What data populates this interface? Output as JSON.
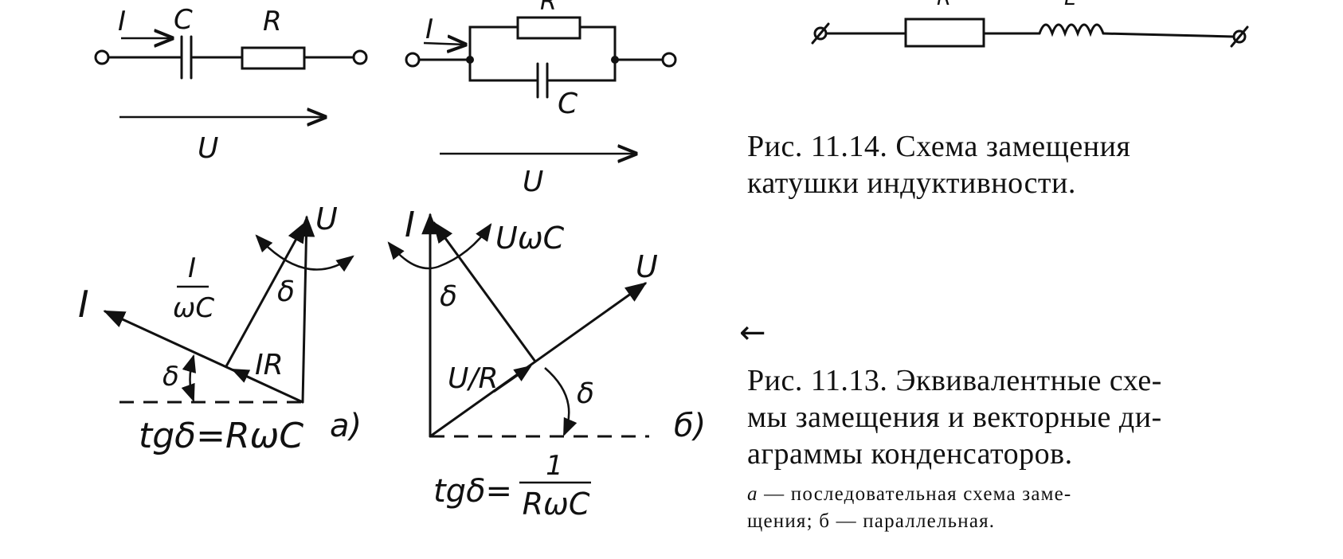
{
  "labels": {
    "series_current": "I",
    "series_cap": "C",
    "series_res": "R",
    "series_voltage": "U",
    "par_current": "I",
    "par_res": "R",
    "par_cap": "C",
    "par_voltage": "U",
    "coil_res": "R",
    "coil_ind": "L"
  },
  "vector_a": {
    "i": "I",
    "u": "U",
    "frac_num": "I",
    "frac_den": "ωC",
    "ir": "IR",
    "delta_top": "δ",
    "delta_bottom": "δ",
    "formula": "tgδ=RωC",
    "letter": "а)"
  },
  "vector_b": {
    "i": "I",
    "uwc": "UωC",
    "u": "U",
    "ur": "U/R",
    "delta_top": "δ",
    "delta_right": "δ",
    "formula_lhs": "tgδ=",
    "frac_num": "1",
    "frac_den": "RωC",
    "letter": "б)"
  },
  "captions": {
    "fig_11_14_line1": "Рис. 11.14.  Схема замещения",
    "fig_11_14_line2": "катушки индуктивности.",
    "arrow": "←",
    "fig_11_13_line1": "Рис. 11.13. Эквивалентные схе-",
    "fig_11_13_line2": "мы замещения и векторные ди-",
    "fig_11_13_line3": "аграммы конденсаторов.",
    "note_a": "а",
    "note_line1_rest": " — последовательная  схема  заме-",
    "note_line2": "щения; б — параллельная."
  }
}
